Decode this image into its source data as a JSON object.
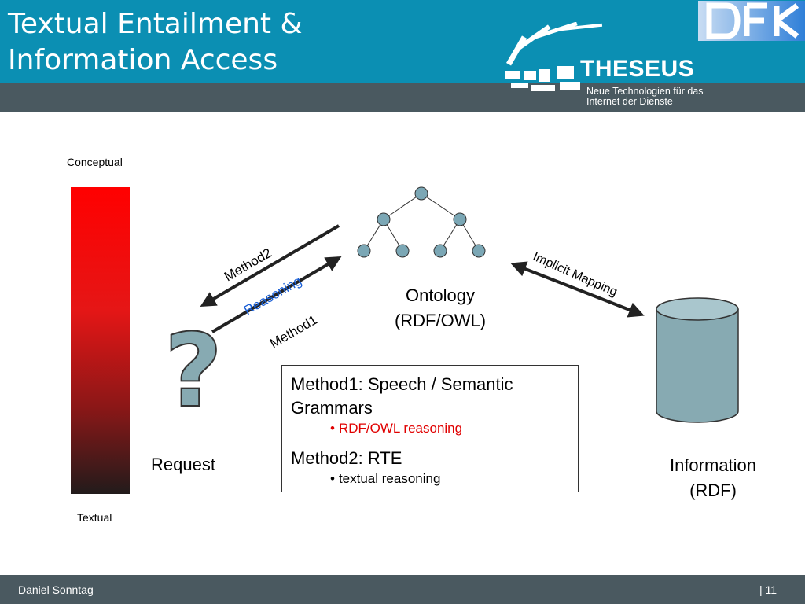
{
  "header": {
    "title_line1": "Textual Entailment &",
    "title_line2": "Information Access",
    "theseus": "THESEUS",
    "theseus_sub1": "Neue Technologien für das",
    "theseus_sub2": "Internet der Dienste"
  },
  "diagram": {
    "scale_top": "Conceptual",
    "scale_bottom": "Textual",
    "request": "Request",
    "ontology": "Ontology\n(RDF/OWL)",
    "ontology_line1": "Ontology",
    "ontology_line2": "(RDF/OWL)",
    "info_line1": "Information",
    "info_line2": "(RDF)",
    "method2_arrow": "Method2",
    "reasoning": "Reasoning",
    "method1_arrow": "Method1",
    "implicit_mapping": "Implicit Mapping",
    "question_mark": "?",
    "box": {
      "m1": "Method1: Speech / Semantic Grammars",
      "m1_bullet": "RDF/OWL reasoning",
      "m2": "Method2: RTE",
      "m2_bullet": "textual reasoning",
      "bullet": "•"
    },
    "colors": {
      "header": "#0b8fb3",
      "band": "#4a5960",
      "node": "#7ba7b5",
      "cylinder": "#87aab2",
      "reasoning": "#1a5fd6",
      "red_text": "#e00000"
    }
  },
  "footer": {
    "author": "Daniel Sonntag",
    "page": "| 11"
  }
}
